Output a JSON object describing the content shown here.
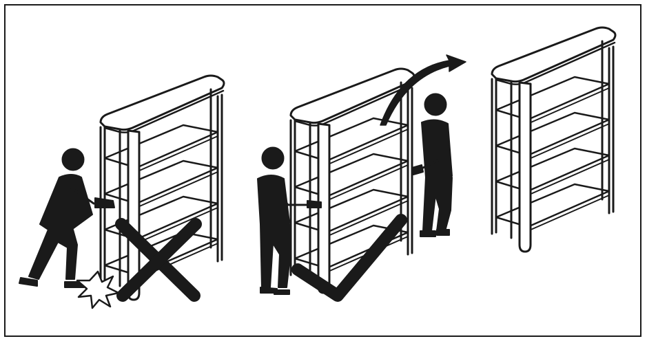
{
  "figure": {
    "panels": [
      {
        "id": "wrong",
        "verdict": "incorrect",
        "mark_icon": "cross-icon",
        "impact_icon": "impact-burst-icon",
        "people": 1
      },
      {
        "id": "right",
        "verdict": "correct",
        "mark_icon": "check-icon",
        "motion_icon": "curved-arrow-icon",
        "people": 2
      },
      {
        "id": "result",
        "verdict": "upright",
        "people": 0
      }
    ],
    "colors": {
      "ink": "#1a1a1a",
      "background": "#ffffff"
    }
  }
}
